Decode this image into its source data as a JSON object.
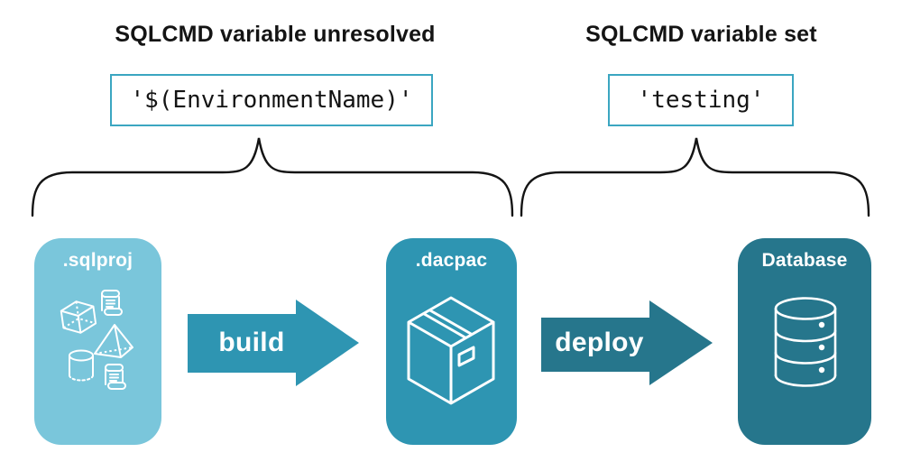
{
  "colors": {
    "light": "#7AC6DB",
    "mid": "#2E95B2",
    "dark": "#26768C",
    "border": "#3BA6C1",
    "ink": "#141414"
  },
  "left_group": {
    "heading": "SQLCMD variable unresolved",
    "code": "'$(EnvironmentName)'"
  },
  "right_group": {
    "heading": "SQLCMD variable set",
    "code": "'testing'"
  },
  "pipeline": {
    "source": {
      "label": ".sqlproj",
      "icons": [
        "scroll-icon",
        "cube-icon",
        "pyramid-icon",
        "cylinder-icon",
        "scroll-icon"
      ]
    },
    "build": {
      "label": "build"
    },
    "artifact": {
      "label": ".dacpac",
      "icon": "package-box-icon"
    },
    "deploy": {
      "label": "deploy"
    },
    "target": {
      "label": "Database",
      "icon": "database-cylinder-icon"
    }
  }
}
